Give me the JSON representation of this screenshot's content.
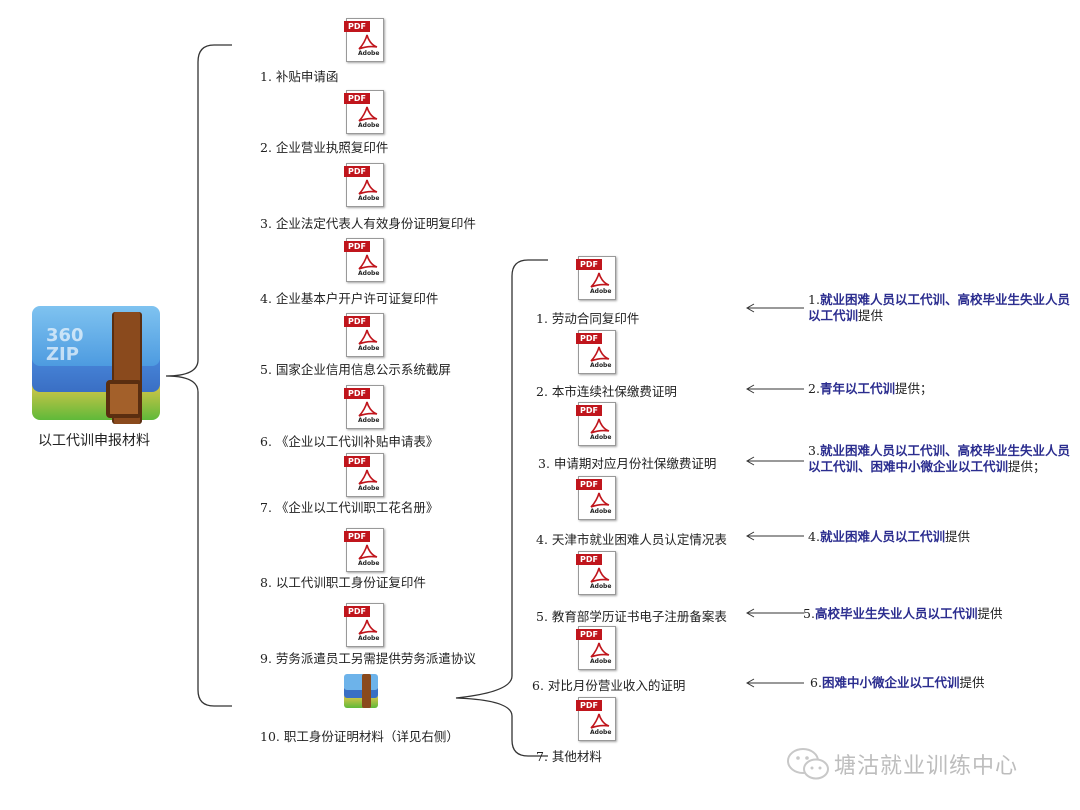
{
  "root": {
    "label": "以工代训申报材料",
    "icon": "zip-archive-icon",
    "icon_text": [
      "360",
      "ZIP"
    ]
  },
  "pdf_icon": {
    "tag": "PDF",
    "word": "Adobe"
  },
  "left_items": [
    {
      "label": "1. 补贴申请函"
    },
    {
      "label": "2. 企业营业执照复印件"
    },
    {
      "label": "3. 企业法定代表人有效身份证明复印件"
    },
    {
      "label": "4. 企业基本户开户许可证复印件"
    },
    {
      "label": "5. 国家企业信用信息公示系统截屏"
    },
    {
      "label": "6. 《企业以工代训补贴申请表》"
    },
    {
      "label": "7. 《企业以工代训职工花名册》"
    },
    {
      "label": "8. 以工代训职工身份证复印件"
    },
    {
      "label": "9. 劳务派遣员工另需提供劳务派遣协议"
    },
    {
      "label": "10. 职工身份证明材料（详见右侧）"
    }
  ],
  "right_items": [
    {
      "label": "1. 劳动合同复印件"
    },
    {
      "label": "2. 本市连续社保缴费证明"
    },
    {
      "label": "3. 申请期对应月份社保缴费证明"
    },
    {
      "label": "4. 天津市就业困难人员认定情况表"
    },
    {
      "label": "5. 教育部学历证书电子注册备案表"
    },
    {
      "label": "6. 对比月份营业收入的证明"
    },
    {
      "label": "7. 其他材料"
    }
  ],
  "notes": [
    {
      "num": "1.",
      "bold": "就业困难人员以工代训、高校毕业生失业人员以工代训",
      "tail": "提供"
    },
    {
      "num": "2.",
      "bold": "青年以工代训",
      "tail": "提供；"
    },
    {
      "num": "3.",
      "bold": "就业困难人员以工代训、高校毕业生失业人员以工代训、困难中小微企业以工代训",
      "tail": "提供；"
    },
    {
      "num": "4.",
      "bold": "就业困难人员以工代训",
      "tail": "提供"
    },
    {
      "num": "5.",
      "bold": "高校毕业生失业人员以工代训",
      "tail": "提供"
    },
    {
      "num": "6.",
      "bold": "困难中小微企业以工代训",
      "tail": "提供"
    }
  ],
  "watermark": {
    "text": "塘沽就业训练中心",
    "icon": "wechat-icon"
  },
  "colors": {
    "highlight": "#2b2d8f",
    "pdf_red": "#c0151c",
    "line": "#333333"
  }
}
